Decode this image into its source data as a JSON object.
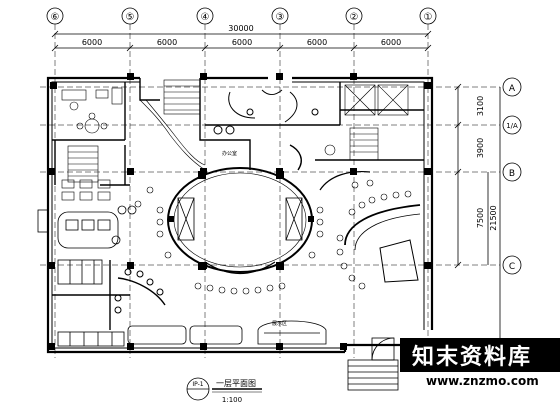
{
  "grid": {
    "columns": [
      "⑥",
      "⑤",
      "④",
      "③",
      "②",
      "①"
    ],
    "rows": [
      "A",
      "1/A",
      "B",
      "C"
    ],
    "total_width": "30000",
    "bay_widths": [
      "6000",
      "6000",
      "6000",
      "6000",
      "6000"
    ],
    "right_dims": [
      "3100",
      "3900",
      "7500"
    ],
    "total_depth": "21500"
  },
  "title": {
    "tag": "IP-1",
    "name": "一层平面图",
    "scale": "1:100"
  },
  "room_labels": [
    "办公室",
    "展示区"
  ],
  "watermark": {
    "name": "知末资料库",
    "url": "www.znzmo.com"
  }
}
